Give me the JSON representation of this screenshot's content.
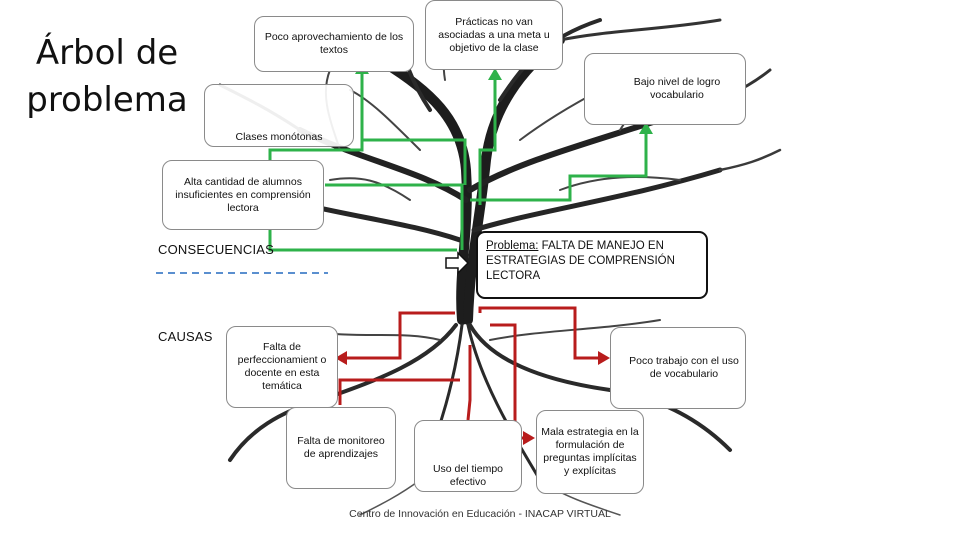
{
  "title": "Árbol de problema",
  "colors": {
    "consequence_arrow": "#2eb24a",
    "cause_arrow": "#b81c1c",
    "dashed_divider": "#5a8fcf",
    "tree": "#1d1d1d"
  },
  "consequences": {
    "label": "CONSECUENCIAS",
    "poco_aprovechamiento": "Poco aprovechamiento de los textos",
    "practicas": "Prácticas no van asociadas a una meta u objetivo de la clase",
    "bajo_nivel": "Bajo nivel de logro vocabulario",
    "clases_monotonas": "Clases monótonas",
    "alta_cantidad": "Alta cantidad de alumnos insuficientes en comprensión lectora"
  },
  "problem": {
    "label": "Problema:",
    "text": "FALTA DE MANEJO EN ESTRATEGIAS DE COMPRENSIÓN LECTORA"
  },
  "causes": {
    "label": "CAUSAS",
    "perfeccionamiento": "Falta de perfeccionamient o docente en esta temática",
    "poco_trabajo": "Poco trabajo con el uso de vocabulario",
    "monitoreo": "Falta de monitoreo de aprendizajes",
    "uso_tiempo": "Uso del tiempo efectivo",
    "mala_estrategia": "Mala estrategia en la formulación de preguntas implícitas y explícitas"
  },
  "footer": "Centro de Innovación en Educación - INACAP VIRTUAL"
}
